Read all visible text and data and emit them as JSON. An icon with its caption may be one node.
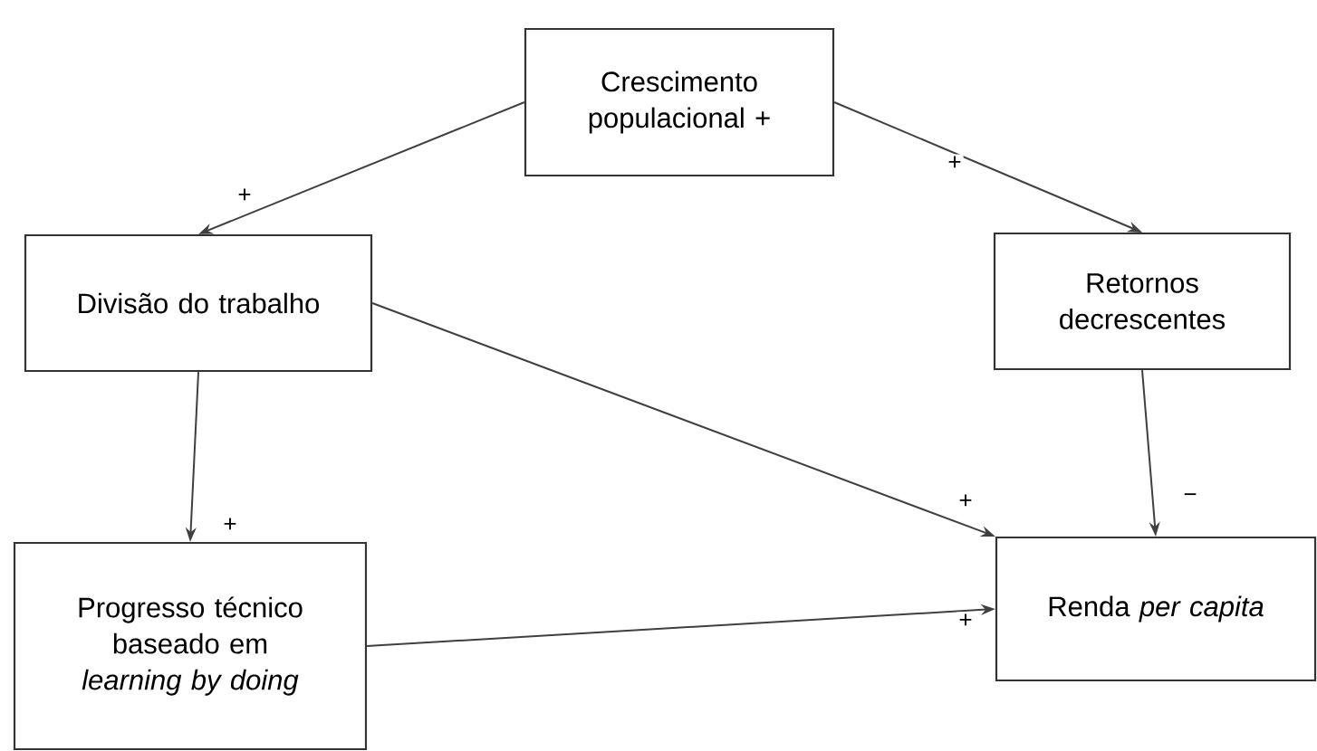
{
  "diagram": {
    "nodes": [
      {
        "text": [
          "Crescimento populacional +"
        ]
      },
      {
        "text": [
          "Divisão do trabalho"
        ]
      },
      {
        "text": [
          "Retornos decrescentes"
        ]
      },
      {
        "text": [
          "Progresso técnico baseado em *learning by doing*"
        ]
      },
      {
        "text": [
          "Renda *per capita*"
        ]
      }
    ],
    "edges": [
      {
        "from": 0,
        "to": 1,
        "arrow": "to",
        "label": "+"
      },
      {
        "from": 0,
        "to": 2,
        "arrow": "to",
        "label": "+"
      },
      {
        "from": 1,
        "to": 3,
        "arrow": "to",
        "label": "+"
      },
      {
        "from": 1,
        "to": 4,
        "arrow": "to",
        "label": "+"
      },
      {
        "from": 2,
        "to": 4,
        "arrow": "to",
        "label": "−"
      },
      {
        "from": 3,
        "to": 4,
        "arrow": "to",
        "label": "+"
      }
    ]
  }
}
